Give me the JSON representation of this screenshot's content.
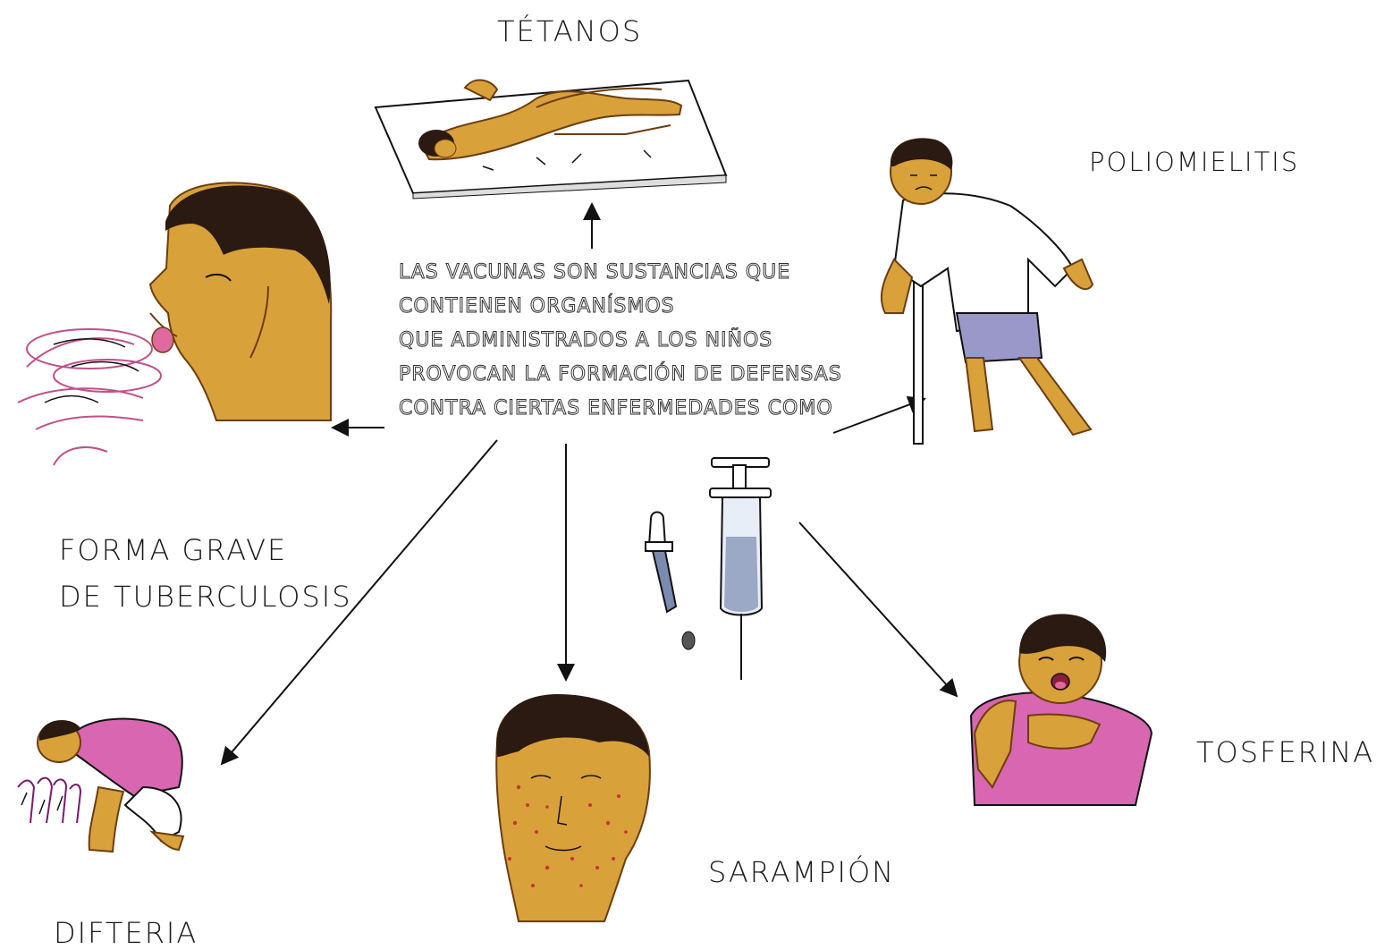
{
  "diseases": {
    "tetanos": "TÉTANOS",
    "poliomielitis": "POLIOMIELITIS",
    "tuberculosis_line1": "FORMA GRAVE",
    "tuberculosis_line2": "DE TUBERCULOSIS",
    "difteria": "DIFTERIA",
    "sarampion": "SARAMPIÓN",
    "tosferina": "TOSFERINA"
  },
  "center_text": {
    "lines": [
      "LAS VACUNAS SON SUSTANCIAS QUE",
      "CONTIENEN ORGANÍSMOS",
      "QUE ADMINISTRADOS A LOS NIÑOS",
      "PROVOCAN LA FORMACIÓN DE DEFENSAS",
      "CONTRA CIERTAS ENFERMEDADES COMO"
    ]
  },
  "colors": {
    "skin": "#d9a13a",
    "skin_dark": "#a86a1e",
    "hair": "#2a1a12",
    "shirt_pink": "#d866b0",
    "shorts_lavender": "#9a98c8",
    "lips_pink": "#e06aa0",
    "rash_red": "#c8323a",
    "syringe_blue": "#7a8ab0",
    "line": "#111111"
  },
  "icons": {
    "tetanos": "tetanus-patient-icon",
    "polio": "polio-patient-crutch-icon",
    "tuberculosis": "coughing-man-icon",
    "difteria": "crouching-child-icon",
    "sarampion": "measles-face-icon",
    "tosferina": "choking-child-icon",
    "vaccine": "syringe-and-dropper-icon"
  }
}
